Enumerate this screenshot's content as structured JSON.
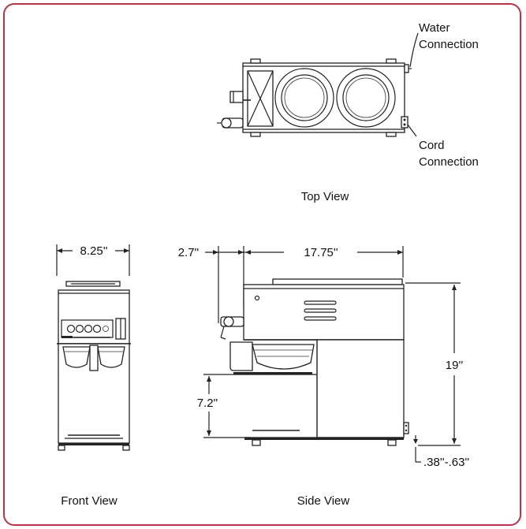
{
  "labels": {
    "water_connection_1": "Water",
    "water_connection_2": "Connection",
    "cord_connection_1": "Cord",
    "cord_connection_2": "Connection",
    "top_view": "Top View",
    "front_view": "Front View",
    "side_view": "Side View"
  },
  "dimensions": {
    "front_width": "8.25''",
    "faucet_offset": "2.7''",
    "side_depth": "17.75''",
    "height": "19''",
    "clearance": "7.2''",
    "leg_adjust": ".38''-.63''"
  },
  "colors": {
    "frame_border": "#b5364a",
    "line": "#222222"
  }
}
